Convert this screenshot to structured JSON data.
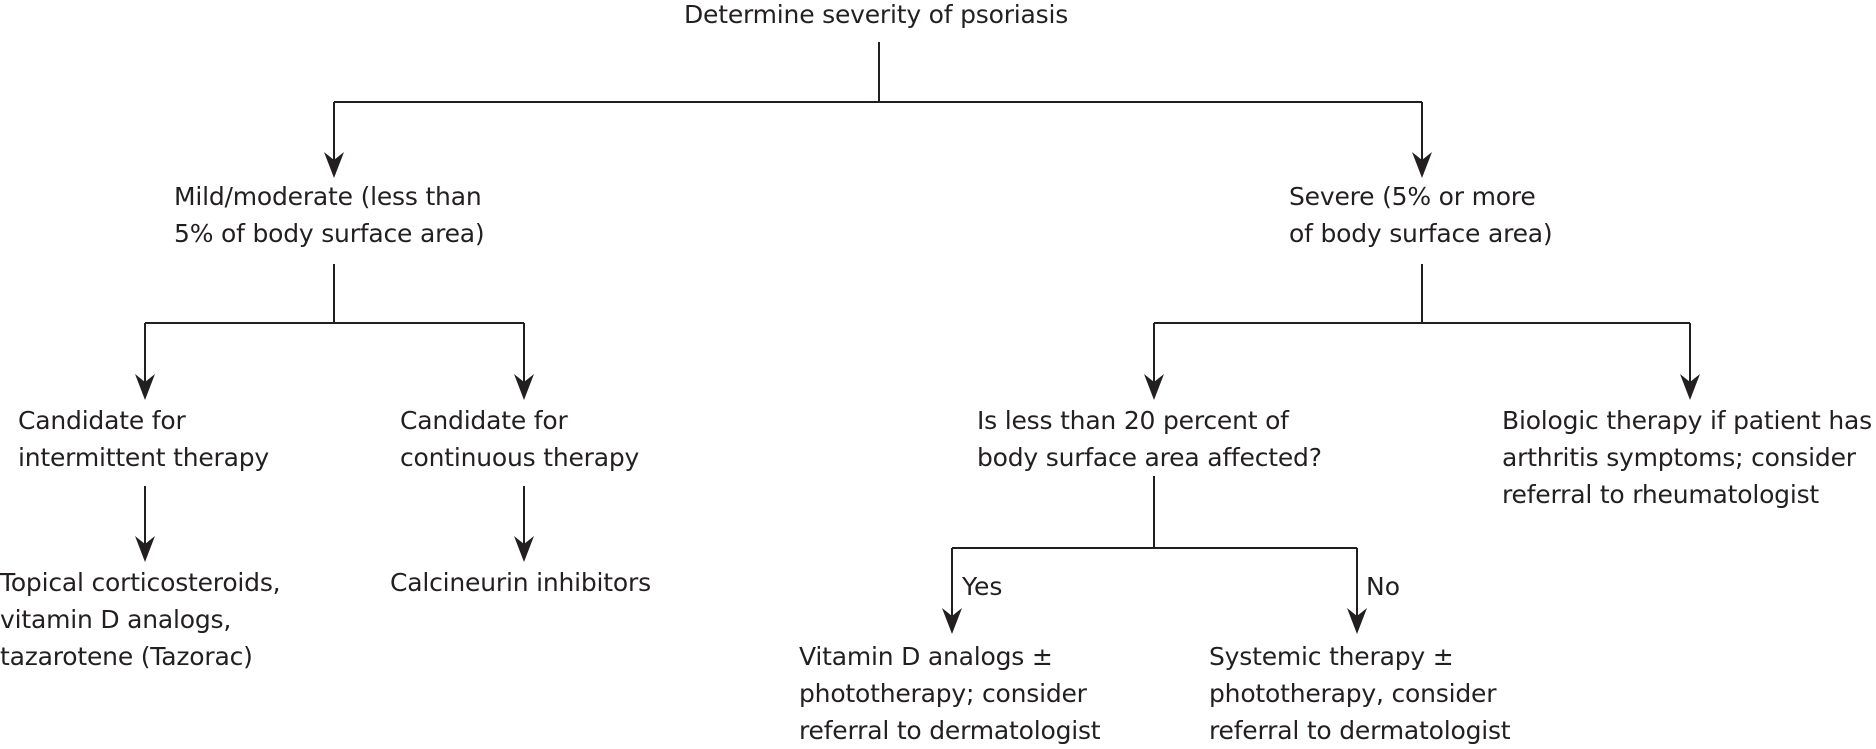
{
  "diagram": {
    "type": "flowchart",
    "root": {
      "lines": [
        "Determine severity of psoriasis"
      ]
    },
    "mild": {
      "lines": [
        "Mild/moderate (less than",
        "5% of body surface area)"
      ]
    },
    "severe": {
      "lines": [
        "Severe (5% or more",
        "of body surface area)"
      ]
    },
    "intermittent": {
      "lines": [
        "Candidate for",
        "intermittent therapy"
      ]
    },
    "continuous": {
      "lines": [
        "Candidate for",
        "continuous therapy"
      ]
    },
    "topical": {
      "lines": [
        "Topical corticosteroids,",
        "vitamin D analogs,",
        "tazarotene (Tazorac)"
      ]
    },
    "calcineurin": {
      "lines": [
        "Calcineurin inhibitors"
      ]
    },
    "bsa_question": {
      "lines": [
        "Is less than 20 percent of",
        "body surface area affected?"
      ]
    },
    "biologic": {
      "lines": [
        "Biologic therapy if patient has",
        "arthritis symptoms; consider",
        "referral to rheumatologist"
      ]
    },
    "vitamin_d": {
      "lines": [
        "Vitamin D analogs ±",
        "phototherapy; consider",
        "referral to dermatologist"
      ]
    },
    "systemic": {
      "lines": [
        "Systemic therapy ±",
        "phototherapy, consider",
        "referral to dermatologist"
      ]
    },
    "edge_labels": {
      "yes": "Yes",
      "no": "No"
    },
    "edges": [
      [
        "root",
        "mild"
      ],
      [
        "root",
        "severe"
      ],
      [
        "mild",
        "intermittent"
      ],
      [
        "mild",
        "continuous"
      ],
      [
        "intermittent",
        "topical"
      ],
      [
        "continuous",
        "calcineurin"
      ],
      [
        "severe",
        "bsa_question"
      ],
      [
        "severe",
        "biologic"
      ],
      [
        "bsa_question",
        "vitamin_d",
        "Yes"
      ],
      [
        "bsa_question",
        "systemic",
        "No"
      ]
    ],
    "line_color": "#231f20"
  }
}
